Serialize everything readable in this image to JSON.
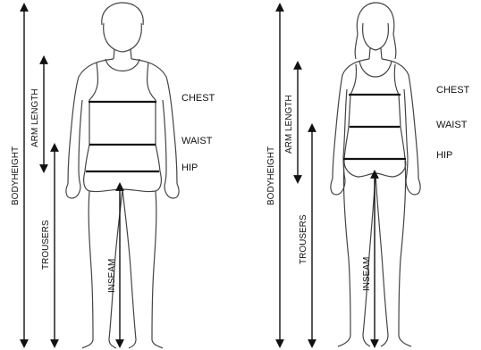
{
  "colors": {
    "line": "#111111",
    "background": "#ffffff"
  },
  "male": {
    "body_height": "BODYHEIGHT",
    "arm_length": "ARM LENGTH",
    "trousers": "TROUSERS",
    "inseam": "INSEAM",
    "chest": "CHEST",
    "waist": "WAIST",
    "hip": "HIP"
  },
  "female": {
    "body_height": "BODYHEIGHT",
    "arm_length": "ARM LENGTH",
    "trousers": "TROUSERS",
    "inseam": "INSEAM",
    "chest": "CHEST",
    "waist": "WAIST",
    "hip": "HIP"
  }
}
